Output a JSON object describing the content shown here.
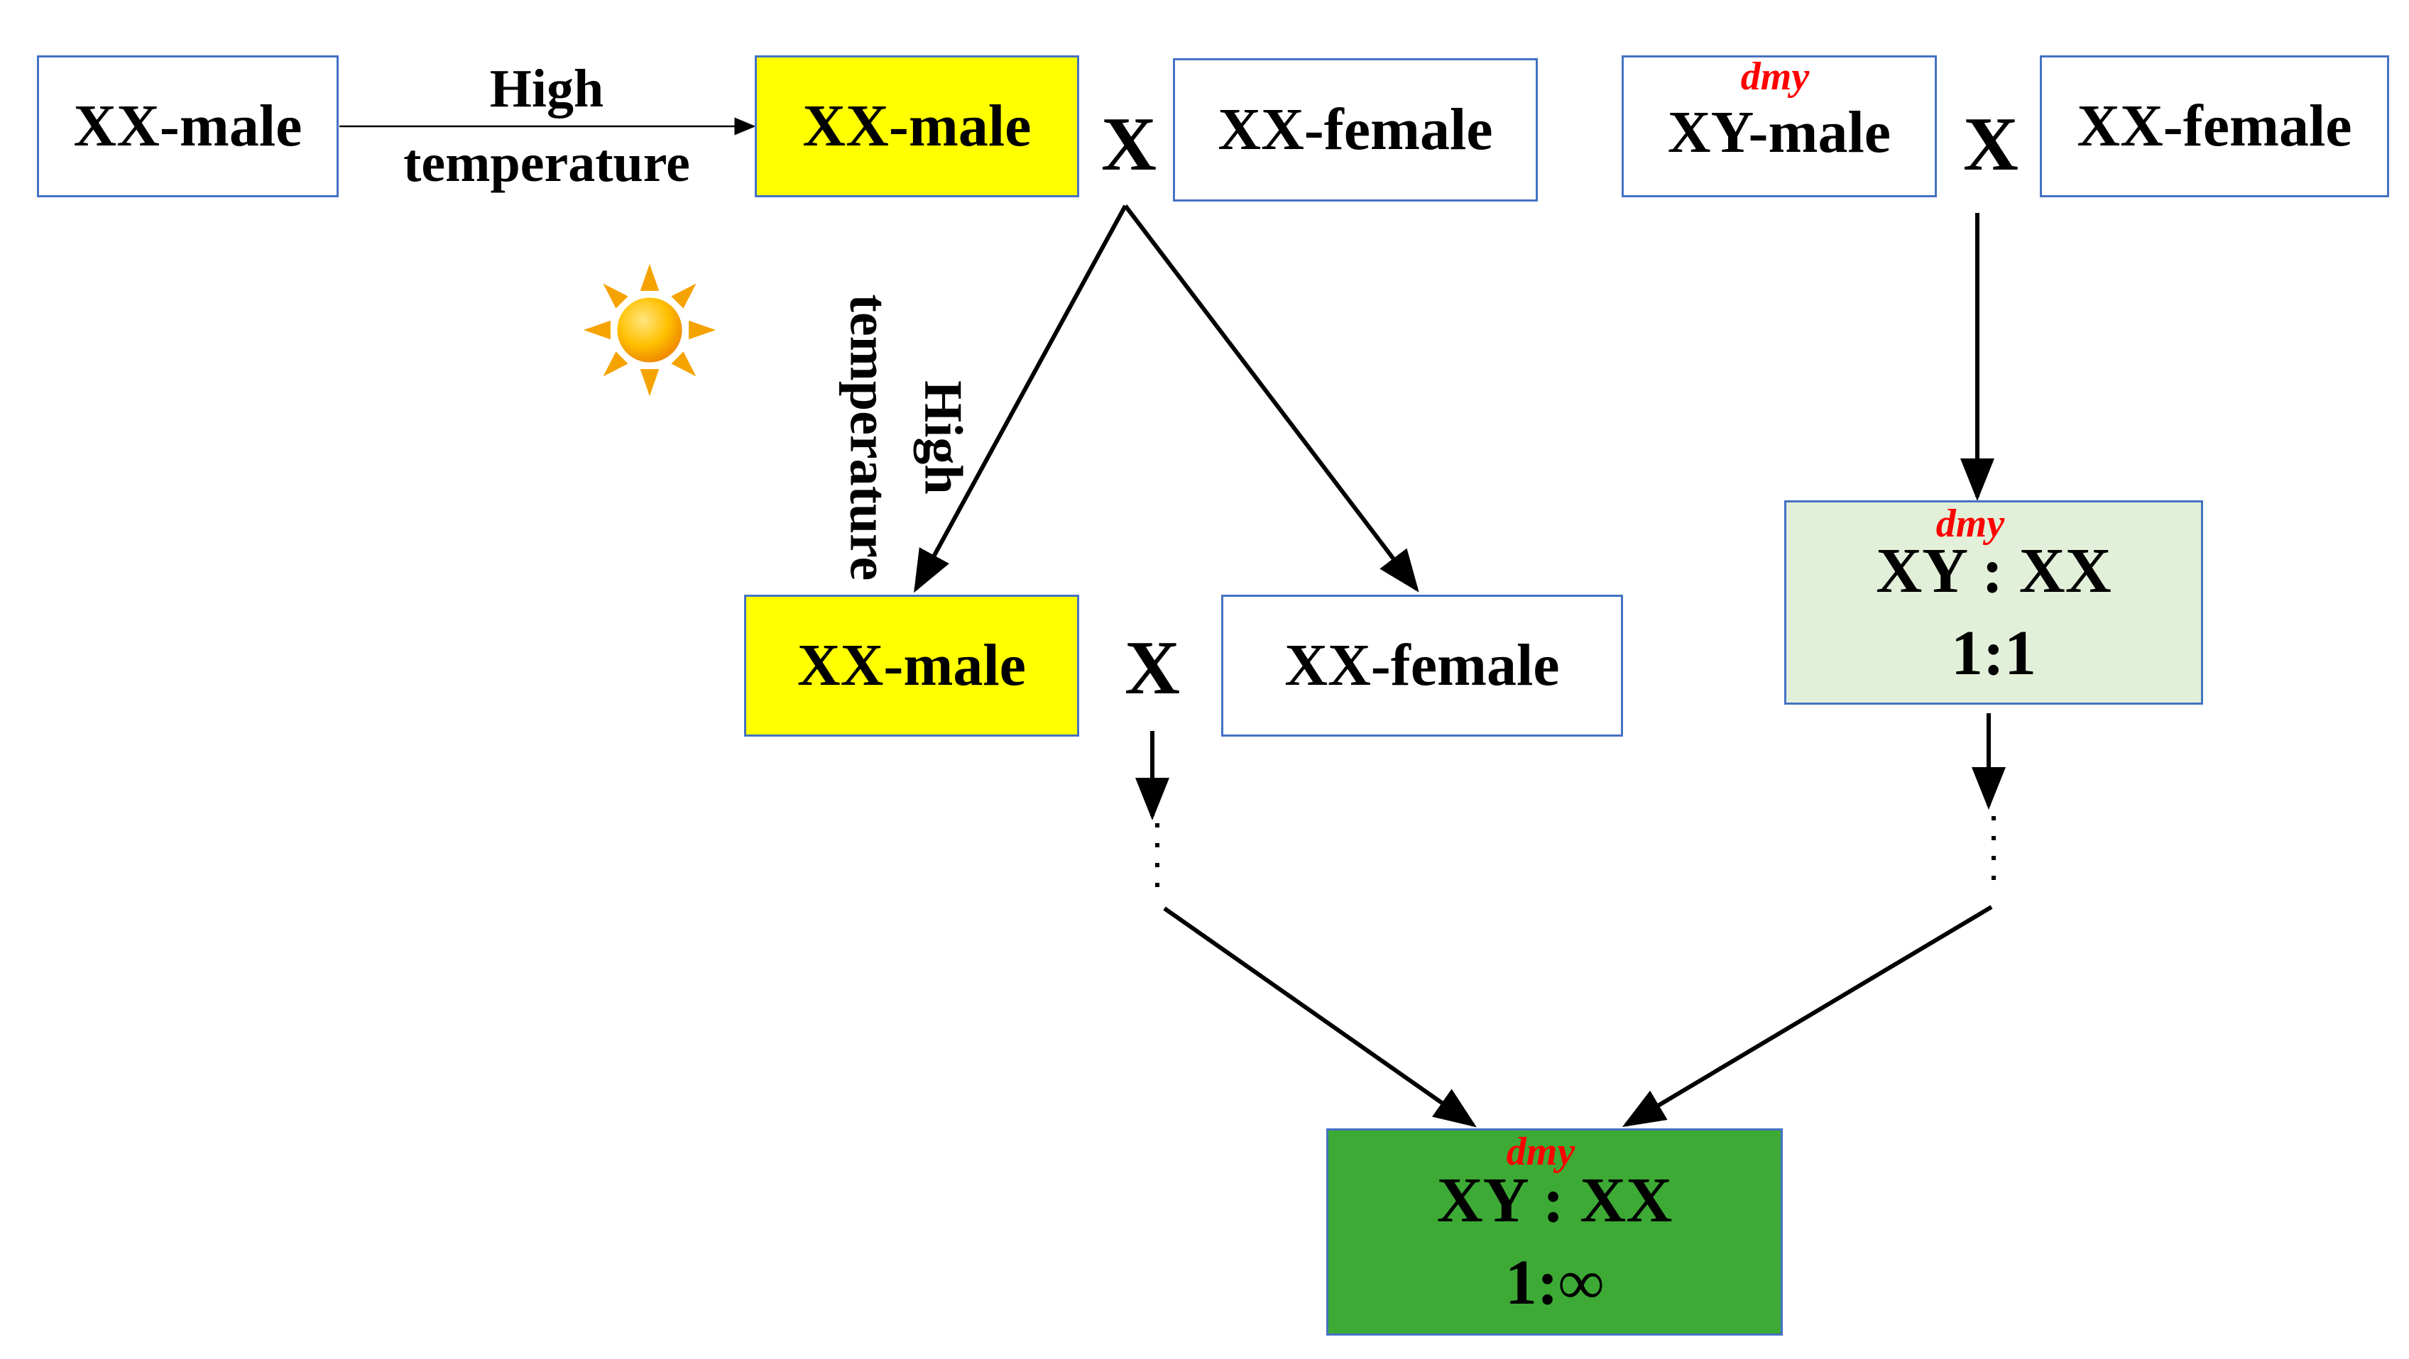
{
  "top_row": {
    "box1": "XX-male",
    "arrow_label": [
      "High",
      "temperature"
    ],
    "box2": "XX-male",
    "cross1": "X",
    "box3": "XX-female",
    "box4_tag": "dmy",
    "box4": "XY-male",
    "cross2": "X",
    "box5": "XX-female"
  },
  "vertical_label": [
    "High",
    "temperature"
  ],
  "middle_row": {
    "box1": "XX-male",
    "cross": "X",
    "box2": "XX-female"
  },
  "right_result": {
    "tag": "dmy",
    "ratio_label": "XY : XX",
    "ratio_value": "1:1"
  },
  "bottom_result": {
    "tag": "dmy",
    "ratio_label": "XY : XX",
    "ratio_value": "1:∞"
  },
  "icons": {
    "sun": "sun-icon"
  },
  "colors": {
    "box_border": "#4472c4",
    "highlight_yellow": "#ffff00",
    "light_green": "#e2f0d9",
    "green": "#3daa35",
    "gene_tag": "#ff0000"
  }
}
